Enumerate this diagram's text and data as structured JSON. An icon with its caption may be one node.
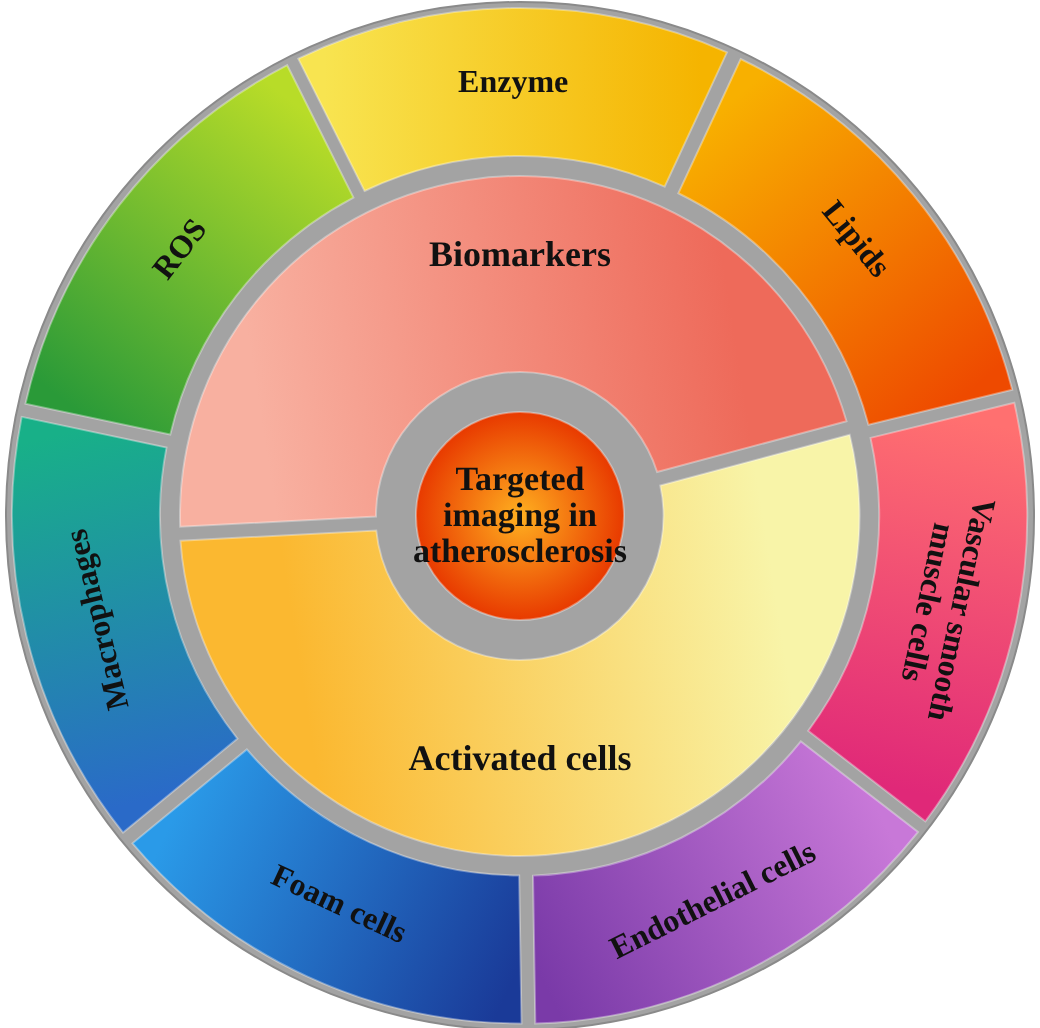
{
  "diagram": {
    "nodes": [
      {
        "text": [
          "Targeted imaging in atherosclerosis"
        ]
      },
      {
        "text": [
          "Biomarkers"
        ]
      },
      {
        "text": [
          "Activated cells"
        ]
      },
      {
        "text": [
          "ROS"
        ]
      },
      {
        "text": [
          "Enzyme"
        ]
      },
      {
        "text": [
          "Lipids"
        ]
      },
      {
        "text": [
          "Vascular smooth muscle cells"
        ]
      },
      {
        "text": [
          "Endothelial cells"
        ]
      },
      {
        "text": [
          "Foam cells"
        ]
      },
      {
        "text": [
          "Macrophages"
        ]
      }
    ]
  }
}
